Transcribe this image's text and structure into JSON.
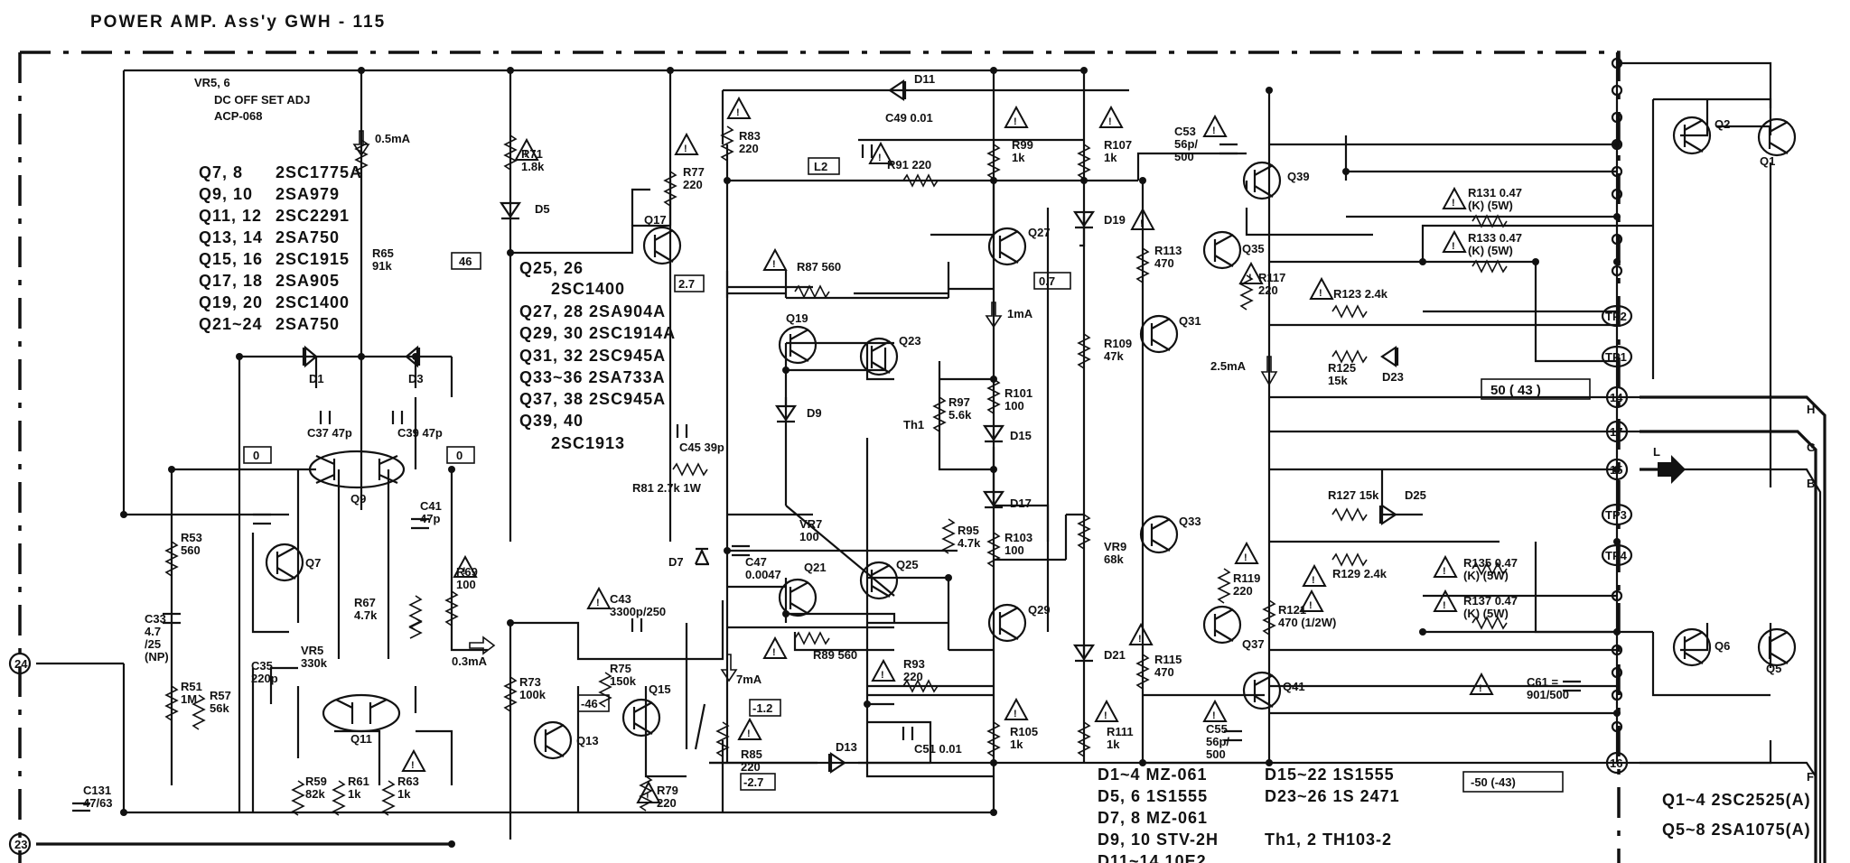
{
  "title": "POWER AMP. Ass'y  GWH - 115",
  "vr_note": [
    "VR5, 6",
    "DC OFF SET ADJ",
    "ACP-068"
  ],
  "transistor_list_left": [
    {
      "ref": "Q7, 8",
      "part": "2SC1775A"
    },
    {
      "ref": "Q9, 10",
      "part": "2SA979"
    },
    {
      "ref": "Q11, 12",
      "part": "2SC2291"
    },
    {
      "ref": "Q13, 14",
      "part": "2SA750"
    },
    {
      "ref": "Q15, 16",
      "part": "2SC1915"
    },
    {
      "ref": "Q17, 18",
      "part": "2SA905"
    },
    {
      "ref": "Q19, 20",
      "part": "2SC1400"
    },
    {
      "ref": "Q21~24",
      "part": "2SA750"
    }
  ],
  "transistor_list_mid": [
    "Q25, 26",
    "2SC1400",
    "Q27, 28  2SA904A",
    "Q29, 30  2SC1914A",
    "Q31, 32  2SC945A",
    "Q33~36  2SA733A",
    "Q37, 38  2SC945A",
    "Q39, 40",
    "2SC1913"
  ],
  "diode_list_a": [
    "D1~4  MZ-061",
    "D5, 6  1S1555",
    "D7, 8  MZ-061",
    "D9, 10  STV-2H",
    "D11~14  10E2"
  ],
  "diode_list_b": [
    "D15~22  1S1555",
    "D23~26  1S 2471",
    "",
    "Th1, 2   TH103-2"
  ],
  "output_list": [
    "Q1~4  2SC2525(A)",
    "Q5~8  2SA1075(A)"
  ],
  "components": {
    "R53": "R53\n560",
    "C33": "C33\n4.7\n/25\n(NP)",
    "R51": "R51\n1M",
    "R57": "R57\n56k",
    "C35": "C35\n220p",
    "VR5": "VR5\n330k",
    "R59": "R59\n82k",
    "R61": "R61\n1k",
    "R63": "R63\n1k",
    "C131": "C131\n47/63",
    "R65": "R65\n91k",
    "R71": "R71\n1.8k",
    "D5": "D5",
    "C37": "C37 47p",
    "C39": "C39 47p",
    "D1": "D1",
    "D3": "D3",
    "Q9": "Q9",
    "Q7": "Q7",
    "Q11": "Q11",
    "R67": "R67\n4.7k",
    "C41": "C41\n47p",
    "R69": "R69\n100",
    "R73": "R73\n100k",
    "R75": "R75\n150k",
    "C43": "C43\n3300p/250",
    "Q13": "Q13",
    "Q15": "Q15",
    "R79": "R79\n220",
    "R85": "R85\n220",
    "R77": "R77\n220",
    "R83": "R83\n220",
    "Q17": "Q17",
    "R87": "R87  560",
    "Q19": "Q19",
    "Q23": "Q23",
    "D9": "D9",
    "VR7": "VR7\n100",
    "D7": "D7",
    "C47": "C47\n0.0047",
    "Q21": "Q21",
    "Q25": "Q25",
    "R89": "R89 560",
    "C45": "C45  39p",
    "R81": "R81  2.7k  1W",
    "D11": "D11",
    "C49": "C49  0.01",
    "R91": "R91  220",
    "R99": "R99\n1k",
    "Q27": "Q27",
    "Th1": "Th1",
    "R97": "R97\n5.6k",
    "R101": "R101\n100",
    "D15": "D15",
    "D17": "D17",
    "R95": "R95\n4.7k",
    "R103": "R103\n100",
    "Q29": "Q29",
    "R93": "R93\n220",
    "C51": "C51  0.01",
    "D13": "D13",
    "R105": "R105\n1k",
    "R107": "R107\n1k",
    "D19": "D19",
    "R109": "R109\n47k",
    "VR9": "VR9\n68k",
    "D21": "D21",
    "R111": "R111\n1k",
    "C53": "C53\n56p/\n500",
    "Q39": "Q39",
    "R113": "R113\n470",
    "Q35": "Q35",
    "R117": "R117\n220",
    "Q31": "Q31",
    "Q33": "Q33",
    "R119": "R119\n220",
    "Q37": "Q37",
    "R115": "R115\n470",
    "R121": "R121\n470 (1/2W)",
    "Q41": "Q41",
    "C55": "C55\n56p/\n500",
    "Q2": "Q2",
    "Q1": "Q1",
    "R131": "R131  0.47\n(K) (5W)",
    "R133": "R133  0.47\n(K) (5W)",
    "R123": "R123  2.4k",
    "R125": "R125\n15k",
    "D23": "D23",
    "R127": "R127  15k",
    "D25": "D25",
    "R129": "R129  2.4k",
    "R135": "R135  0.47\n(K) (5W)",
    "R137": "R137  0.47\n(K) (5W)",
    "Q6": "Q6",
    "Q5": "Q5",
    "C61": "C61 =\n901/500"
  },
  "annotations": {
    "i05": "0.5mA",
    "i1": "1mA",
    "i03": "0.3mA",
    "i7": "7mA",
    "i25": "2.5mA",
    "v46": "46",
    "v27": "2.7",
    "v0a": "0",
    "v0b": "0",
    "vm46": "-46",
    "vm12": "-1.2",
    "vm27": "-2.7",
    "l2": "L2",
    "v07": "0.7",
    "v50": "50  ( 43 )",
    "vm50": "-50   (-43)"
  },
  "terminals": {
    "t24": "24",
    "t23": "23",
    "tp2": "TP2",
    "tp1": "TP1",
    "tp3": "TP3",
    "tp4": "TP4",
    "t14": "14",
    "t17": "17",
    "t15": "15",
    "t16": "16"
  },
  "rails": {
    "H": "H",
    "G": "G",
    "B": "B",
    "F": "F",
    "L": "L"
  }
}
